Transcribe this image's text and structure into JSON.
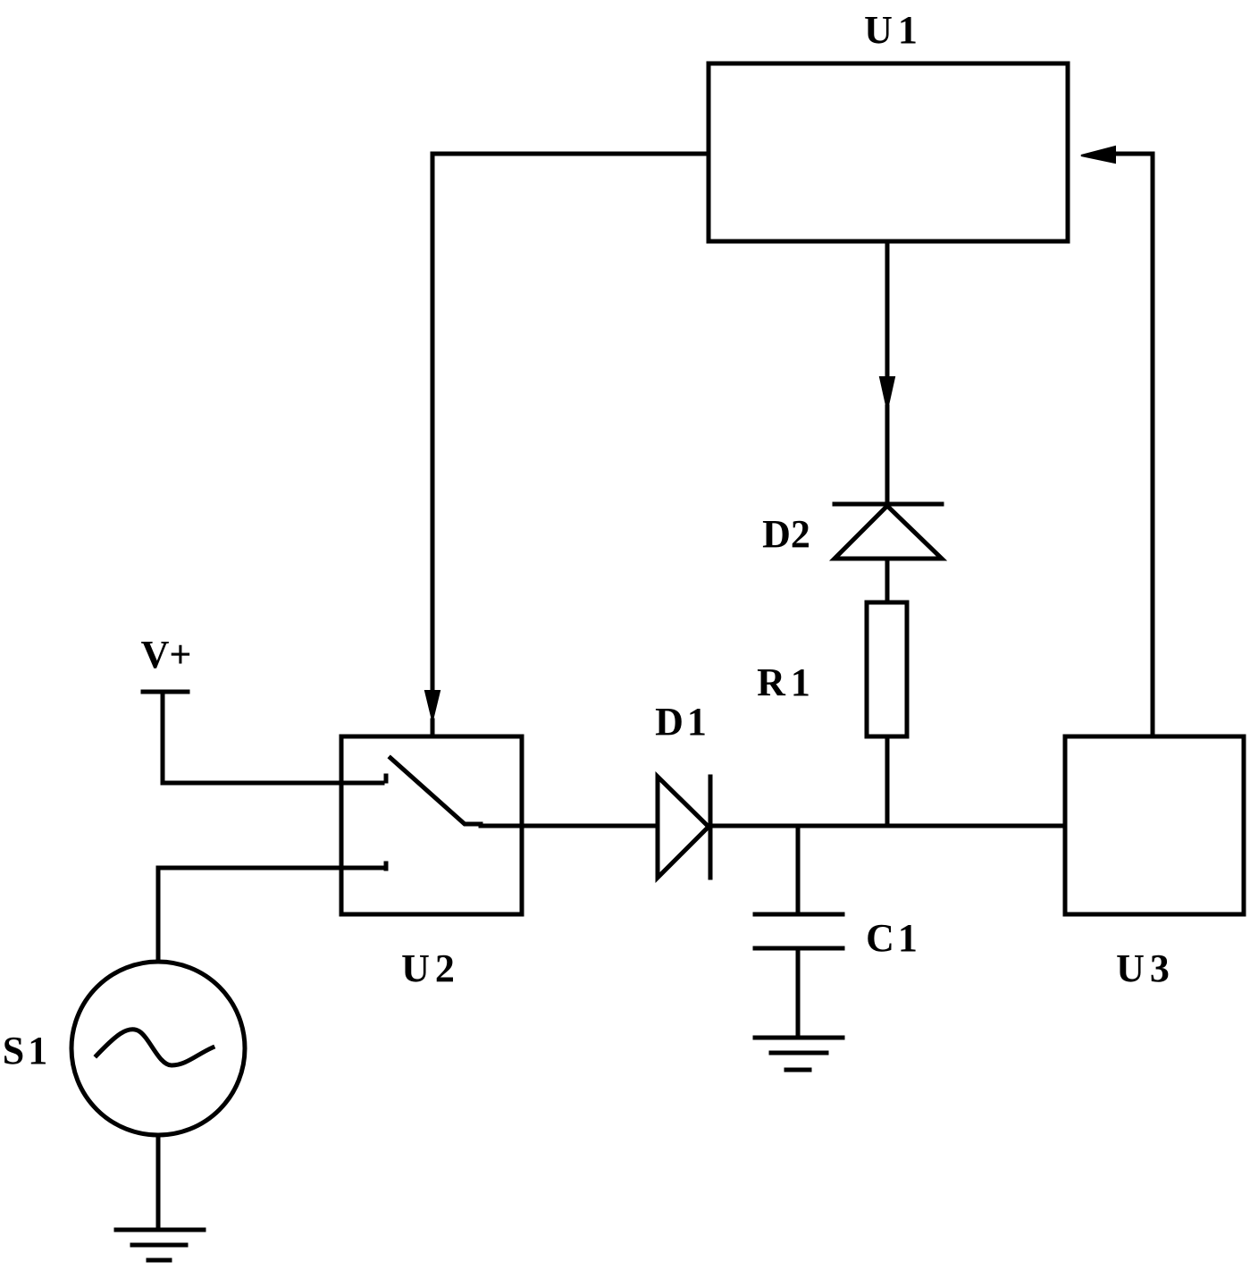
{
  "components": {
    "U1": "U1",
    "U2": "U2",
    "U3": "U3",
    "D1": "D1",
    "D2": "D2",
    "R1": "R1",
    "C1": "C1",
    "S1": "S1",
    "vplus": "V+"
  },
  "colors": {
    "line": "#000000",
    "background": "#ffffff"
  }
}
